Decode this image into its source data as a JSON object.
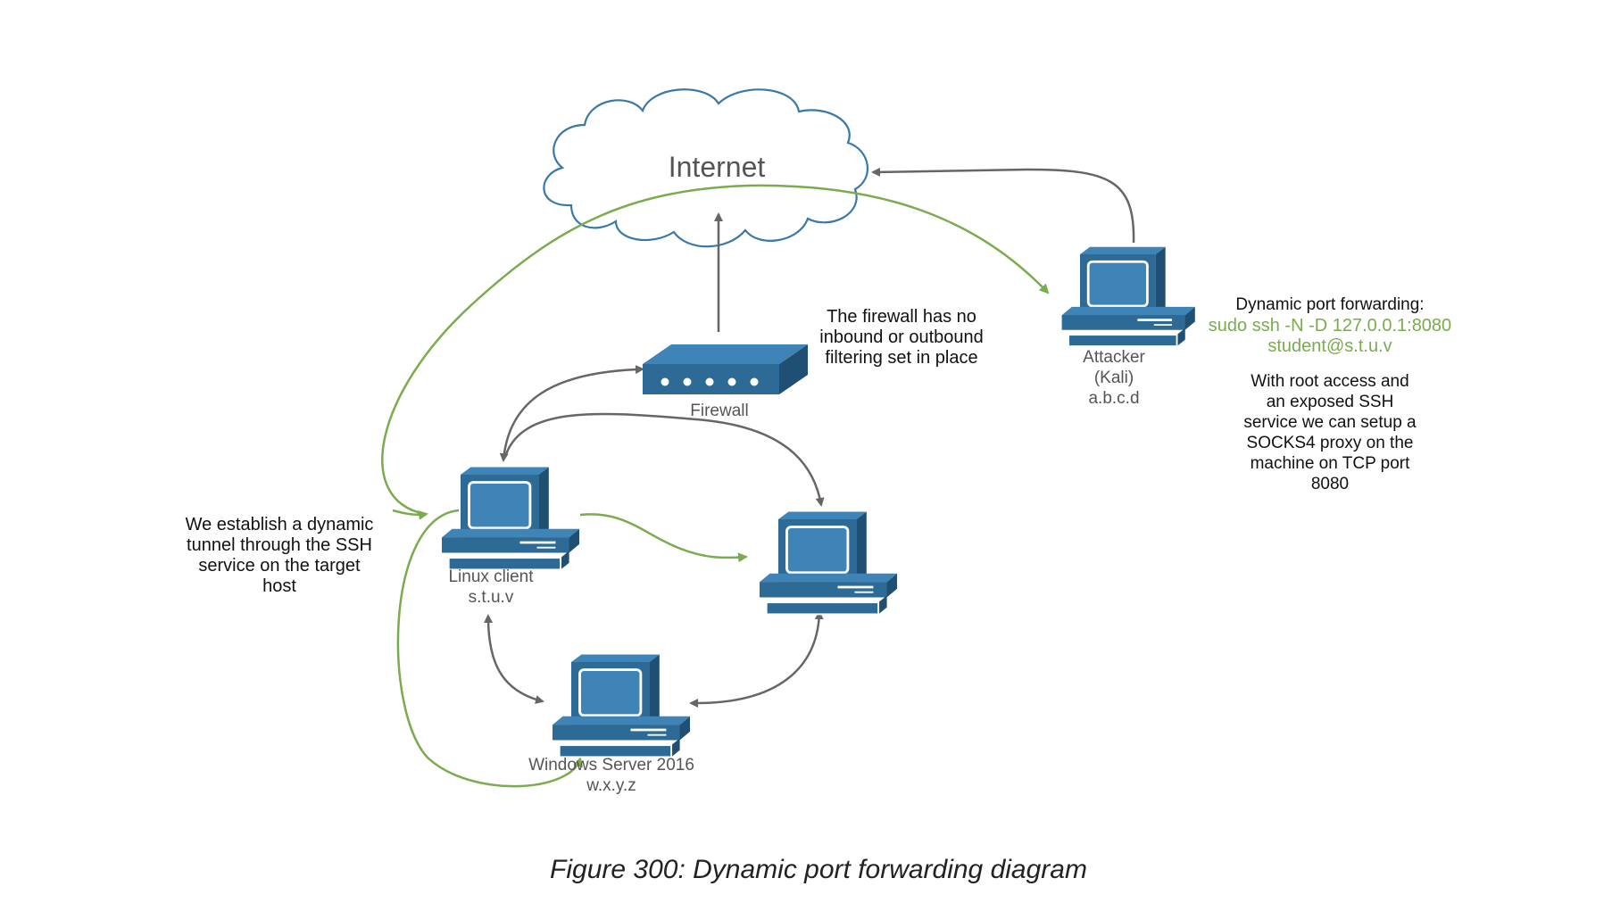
{
  "cloud": {
    "label": "Internet"
  },
  "nodes": {
    "firewall": {
      "label": "Firewall"
    },
    "attacker": {
      "line1": "Attacker",
      "line2": "(Kali)",
      "line3": "a.b.c.d"
    },
    "linux": {
      "line1": "Linux client",
      "line2": "s.t.u.v"
    },
    "windows": {
      "line1": "Windows Server 2016",
      "line2": "w.x.y.z"
    }
  },
  "notes": {
    "firewall": [
      "The firewall has no",
      "inbound or outbound",
      "filtering set in place"
    ],
    "tunnel": [
      "We establish a dynamic",
      "tunnel through the SSH",
      "service on the target",
      "host"
    ],
    "forwarding": {
      "title": "Dynamic port forwarding:",
      "command": [
        "sudo ssh -N -D 127.0.0.1:8080",
        "student@s.t.u.v"
      ],
      "description": [
        "With root access and",
        "an exposed SSH",
        "service we can setup a",
        "SOCKS4 proxy on the",
        "machine on TCP port",
        "8080"
      ]
    }
  },
  "caption": "Figure 300: Dynamic port forwarding diagram",
  "colors": {
    "device": "#2d6a96",
    "device_dark": "#1f4f73",
    "screen": "#3f84b6",
    "cloud_stroke": "#3a78a8",
    "gray_arrow": "#666666",
    "green_arrow": "#7aab4f"
  }
}
